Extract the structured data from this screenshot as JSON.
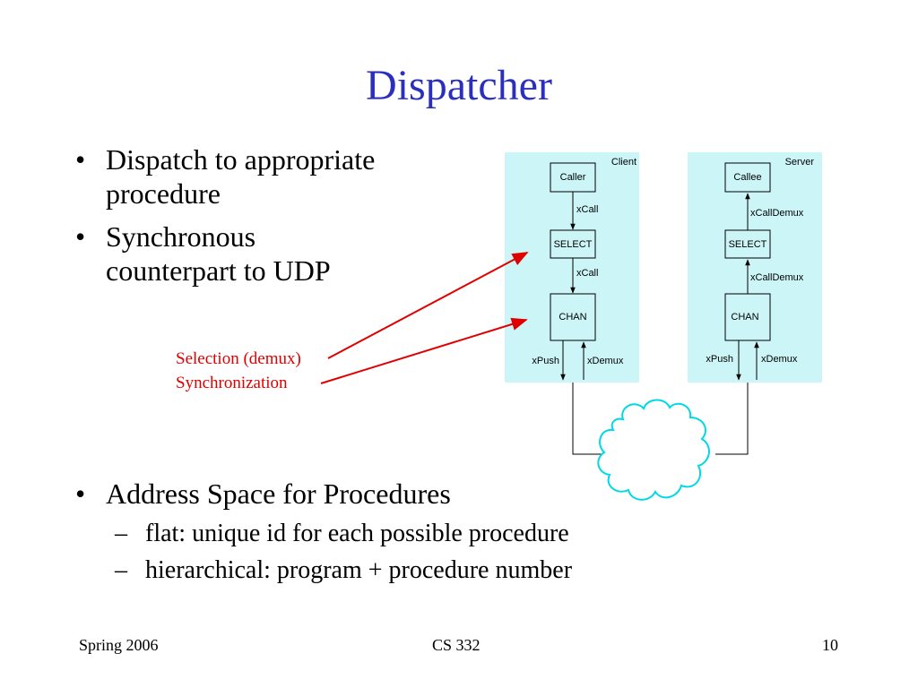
{
  "slide": {
    "title": "Dispatcher",
    "bullets": [
      {
        "lines": [
          "Dispatch to appropriate",
          "procedure"
        ]
      },
      {
        "lines": [
          "Synchronous",
          "counterpart to UDP"
        ]
      },
      {
        "lines": [
          "Address Space for Procedures"
        ]
      }
    ],
    "sub_bullets": [
      "flat: unique id for each possible procedure",
      "hierarchical: program + procedure number"
    ],
    "bullet_glyph": "•",
    "dash_glyph": "–"
  },
  "annotations": {
    "selection": "Selection (demux)",
    "synchronization": "Synchronization",
    "color": "#e00000"
  },
  "diagram": {
    "client": {
      "label": "Client",
      "top": "Caller",
      "middle": "SELECT",
      "bottom": "CHAN",
      "edge_upper": "xCall",
      "edge_lower": "xCall",
      "push": "xPush",
      "demux": "xDemux"
    },
    "server": {
      "label": "Server",
      "top": "Callee",
      "middle": "SELECT",
      "bottom": "CHAN",
      "edge_upper": "xCallDemux",
      "edge_lower": "xCallDemux",
      "push": "xPush",
      "demux": "xDemux"
    },
    "panel_color": "#ccf5f8",
    "network_color": "#00d8e8"
  },
  "footer": {
    "left": "Spring 2006",
    "center": "CS 332",
    "right": "10"
  },
  "colors": {
    "title": "#2b2fbf"
  }
}
